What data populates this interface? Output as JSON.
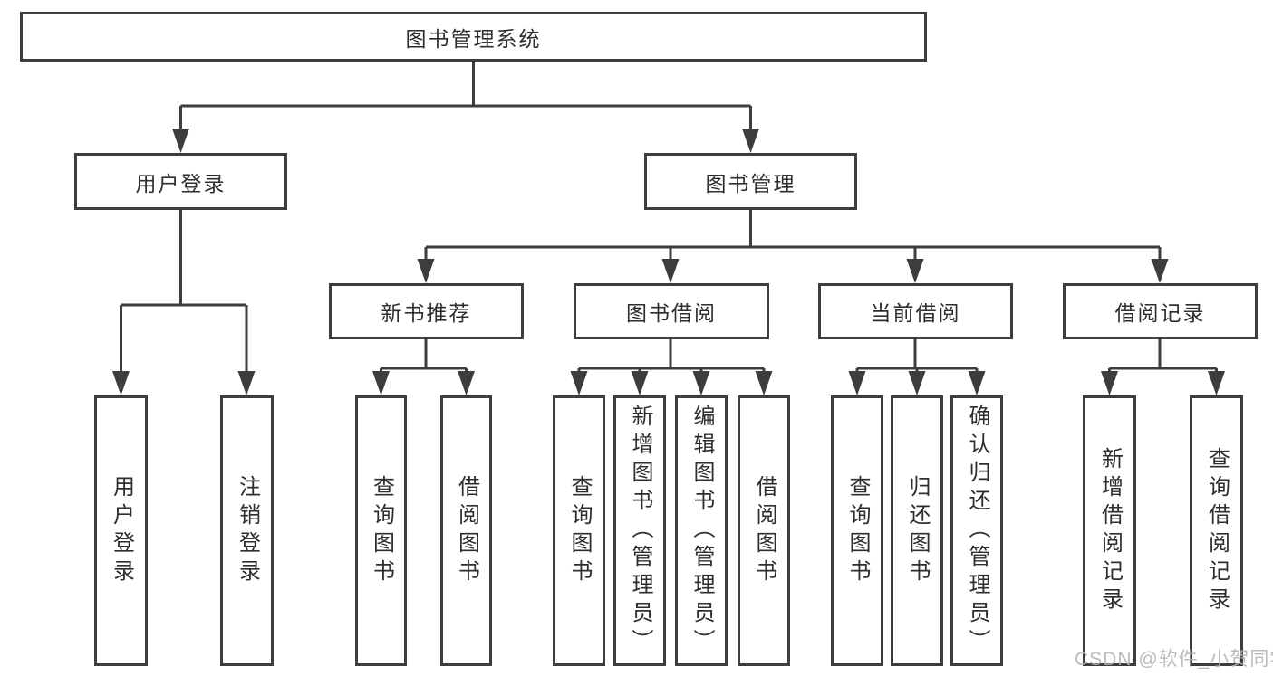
{
  "tree": {
    "root": {
      "label": "图书管理系统"
    },
    "branches": [
      {
        "label": "用户登录",
        "leaves": [
          {
            "label": "用户登录"
          },
          {
            "label": "注销登录"
          }
        ]
      },
      {
        "label": "图书管理",
        "children": [
          {
            "label": "新书推荐",
            "leaves": [
              {
                "label": "查询图书"
              },
              {
                "label": "借阅图书"
              }
            ]
          },
          {
            "label": "图书借阅",
            "leaves": [
              {
                "label": "查询图书"
              },
              {
                "label": "新增图书（管理员）"
              },
              {
                "label": "编辑图书（管理员）"
              },
              {
                "label": "借阅图书"
              }
            ]
          },
          {
            "label": "当前借阅",
            "leaves": [
              {
                "label": "查询图书"
              },
              {
                "label": "归还图书"
              },
              {
                "label": "确认归还（管理员）"
              }
            ]
          },
          {
            "label": "借阅记录",
            "leaves": [
              {
                "label": "新增借阅记录"
              },
              {
                "label": "查询借阅记录"
              }
            ]
          }
        ]
      }
    ]
  },
  "watermark": {
    "text": "CSDN @软件_小贺同学"
  },
  "colors": {
    "line": "#3d3d3d",
    "text": "#2e2e2e",
    "background": "#ffffff",
    "watermark": "#b3b3b3"
  }
}
